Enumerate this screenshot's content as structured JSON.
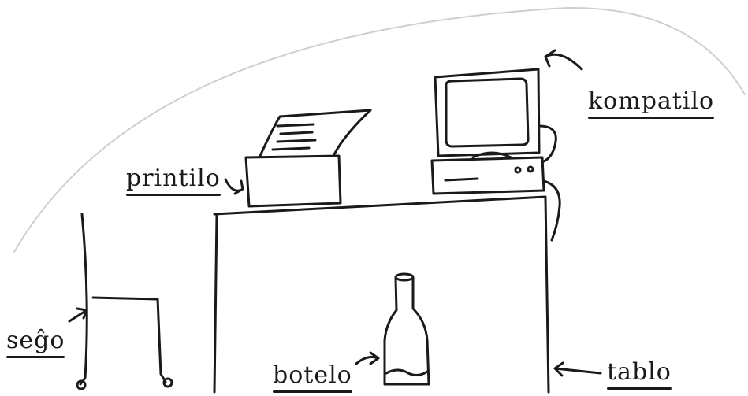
{
  "labels": {
    "kompatilo": "kompatilo",
    "printilo": "printilo",
    "sego": "seĝo",
    "botelo": "botelo",
    "tablo": "tablo"
  }
}
